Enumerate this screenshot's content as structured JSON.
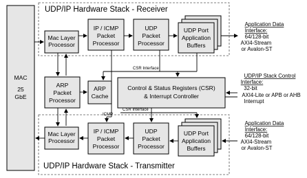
{
  "receiver_title": "UDP/IP Hardware Stack - Receiver",
  "transmitter_title": "UDP/IP Hardware Stack - Transmitter",
  "mac": [
    "MAC",
    "25",
    "GbE"
  ],
  "rx_blocks": {
    "mac_layer": [
      "Mac Layer",
      "Processor"
    ],
    "ip_icmp": [
      "IP / ICMP",
      "Packet",
      "Processor"
    ],
    "udp": [
      "UDP",
      "Packet",
      "Processor"
    ],
    "udp_port": [
      "UDP Port",
      "Application",
      "Buffers"
    ]
  },
  "tx_blocks": {
    "mac_layer": [
      "Mac Layer",
      "Processor"
    ],
    "ip_icmp": [
      "IP / ICMP",
      "Packet",
      "Processor"
    ],
    "udp": [
      "UDP",
      "Packet",
      "Processor"
    ],
    "udp_port": [
      "UDP Port",
      "Application",
      "Buffers"
    ]
  },
  "middle": {
    "arp_packet": [
      "ARP",
      "Packet",
      "Processor"
    ],
    "arp_cache": [
      "ARP",
      "Cache"
    ],
    "csr": [
      "Control & Status Registers (CSR)",
      "& Interrupt Controller"
    ],
    "csr_interface_top": "CSR Interface",
    "csr_interface_bottom": "CSR Interface",
    "icmp": "ICMP"
  },
  "right_labels": {
    "rx_app": [
      "Application Data",
      "Interface:",
      "64/128-bit",
      "AXI4-Stream",
      "or Avalon-ST"
    ],
    "control": [
      "UDP/IP Stack Control",
      "Interface:",
      "32-bit",
      "AXI4-Lite or APB or AHB",
      "Interrupt"
    ],
    "tx_app": [
      "Application Data",
      "Interface:",
      "64/128-bit",
      "AXI4-Stream",
      "or Avalon-ST"
    ]
  }
}
